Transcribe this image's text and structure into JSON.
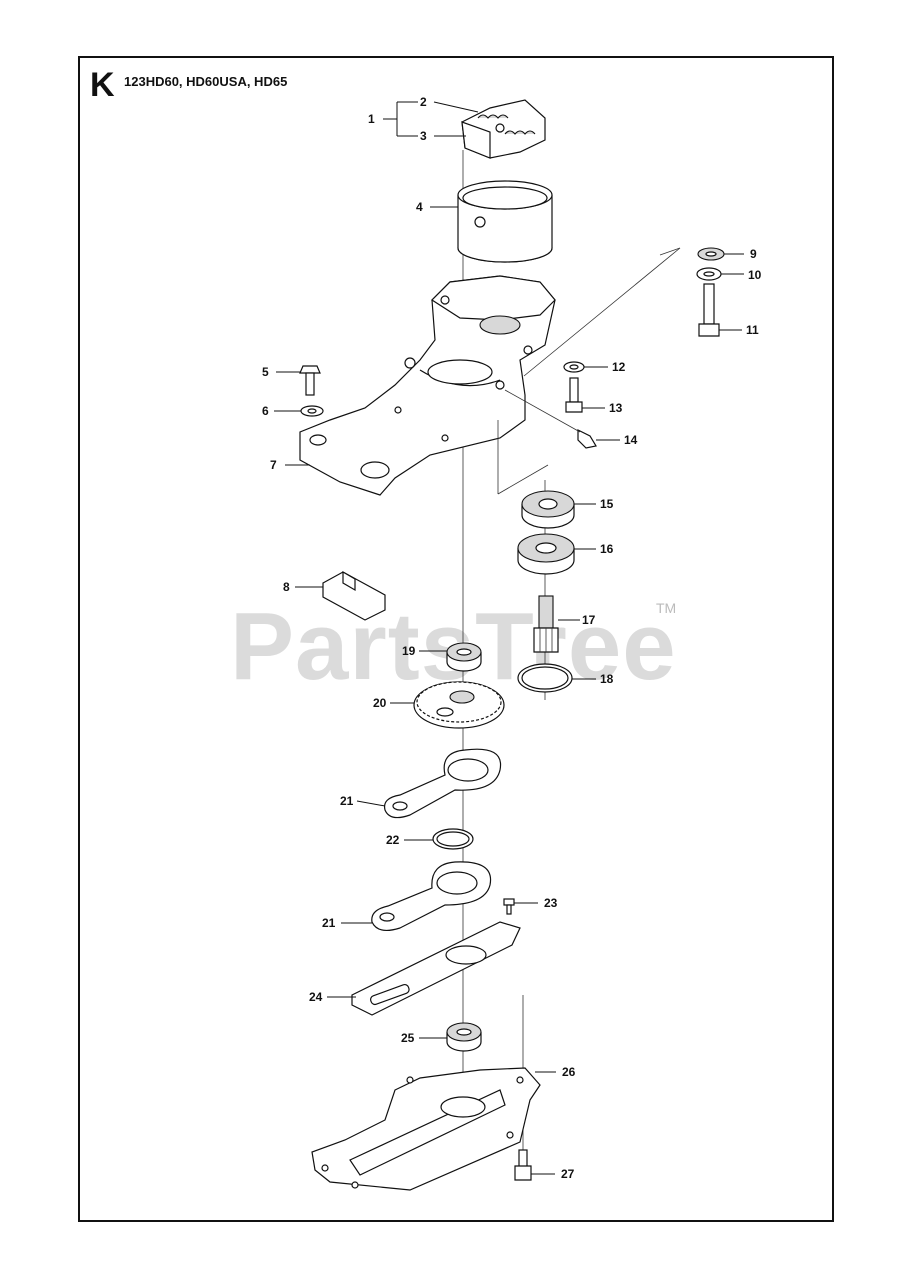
{
  "header": {
    "section_letter": "K",
    "models": "123HD60, HD60USA, HD65"
  },
  "watermark": {
    "text": "PartsTree",
    "trademark": "TM"
  },
  "callouts": [
    {
      "id": "c1",
      "label": "1"
    },
    {
      "id": "c2",
      "label": "2"
    },
    {
      "id": "c3",
      "label": "3"
    },
    {
      "id": "c4",
      "label": "4"
    },
    {
      "id": "c5",
      "label": "5"
    },
    {
      "id": "c6",
      "label": "6"
    },
    {
      "id": "c7",
      "label": "7"
    },
    {
      "id": "c8",
      "label": "8"
    },
    {
      "id": "c9",
      "label": "9"
    },
    {
      "id": "c10",
      "label": "10"
    },
    {
      "id": "c11",
      "label": "11"
    },
    {
      "id": "c12",
      "label": "12"
    },
    {
      "id": "c13",
      "label": "13"
    },
    {
      "id": "c14",
      "label": "14"
    },
    {
      "id": "c15",
      "label": "15"
    },
    {
      "id": "c16",
      "label": "16"
    },
    {
      "id": "c17",
      "label": "17"
    },
    {
      "id": "c18",
      "label": "18"
    },
    {
      "id": "c19",
      "label": "19"
    },
    {
      "id": "c20",
      "label": "20"
    },
    {
      "id": "c21a",
      "label": "21"
    },
    {
      "id": "c22",
      "label": "22"
    },
    {
      "id": "c21b",
      "label": "21"
    },
    {
      "id": "c23",
      "label": "23"
    },
    {
      "id": "c24",
      "label": "24"
    },
    {
      "id": "c25",
      "label": "25"
    },
    {
      "id": "c26",
      "label": "26"
    },
    {
      "id": "c27",
      "label": "27"
    }
  ]
}
